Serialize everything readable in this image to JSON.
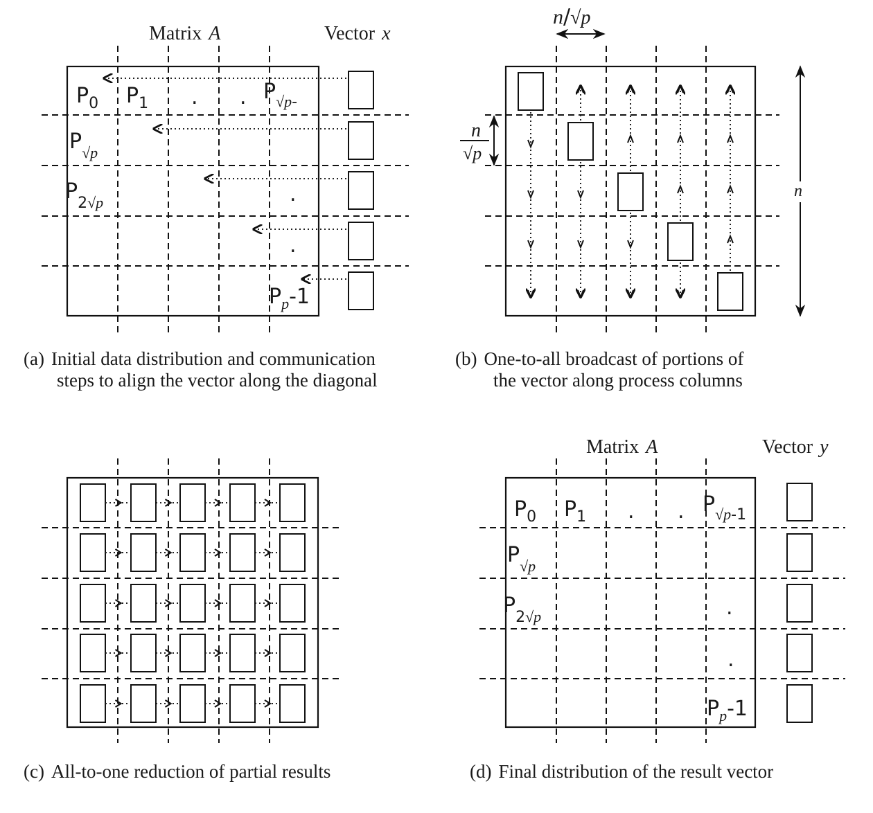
{
  "panel_a": {
    "title_matrix": "Matrix",
    "title_matrix_var": "A",
    "title_vector": "Vector",
    "title_vector_var": "x",
    "labels": {
      "p0": {
        "base": "P",
        "sub": "0"
      },
      "p1": {
        "base": "P",
        "sub": "1"
      },
      "p_sqrtp_minus": {
        "base": "P",
        "sub": "√p",
        "tail": "-"
      },
      "p_sqrtp": {
        "base": "P",
        "sub": "√p"
      },
      "p_2sqrtp": {
        "base": "P",
        "sub_num": "2",
        "sub": "√p"
      },
      "p_last": {
        "base": "P",
        "sub": "p",
        "tail": "-1"
      }
    },
    "dots": ".",
    "caption_tag": "(a)",
    "caption_line1": "Initial data distribution and communication",
    "caption_line2": "steps to align the vector along the diagonal"
  },
  "panel_b": {
    "top_label_n": "n",
    "top_label_sep": "/",
    "top_label_sqrtp": "√p",
    "left_label_num": "n",
    "left_label_den": "√p",
    "right_label": "n",
    "caption_tag": "(b)",
    "caption_line1": "One-to-all broadcast of portions of",
    "caption_line2": "the vector along process columns"
  },
  "panel_c": {
    "caption_tag": "(c)",
    "caption_line1": "All-to-one reduction of partial results"
  },
  "panel_d": {
    "title_matrix": "Matrix",
    "title_matrix_var": "A",
    "title_vector": "Vector",
    "title_vector_var": "y",
    "labels": {
      "p0": {
        "base": "P",
        "sub": "0"
      },
      "p1": {
        "base": "P",
        "sub": "1"
      },
      "p_sqrtp_minus1": {
        "base": "P",
        "sub": "√p",
        "tail": "-1"
      },
      "p_sqrtp": {
        "base": "P",
        "sub": "√p"
      },
      "p_2sqrtp": {
        "base": "P",
        "sub_num": "2",
        "sub": "√p"
      },
      "p_last": {
        "base": "P",
        "sub": "p",
        "tail": "-1"
      }
    },
    "dots": ".",
    "caption_tag": "(d)",
    "caption_line1": "Final distribution of the result vector"
  }
}
